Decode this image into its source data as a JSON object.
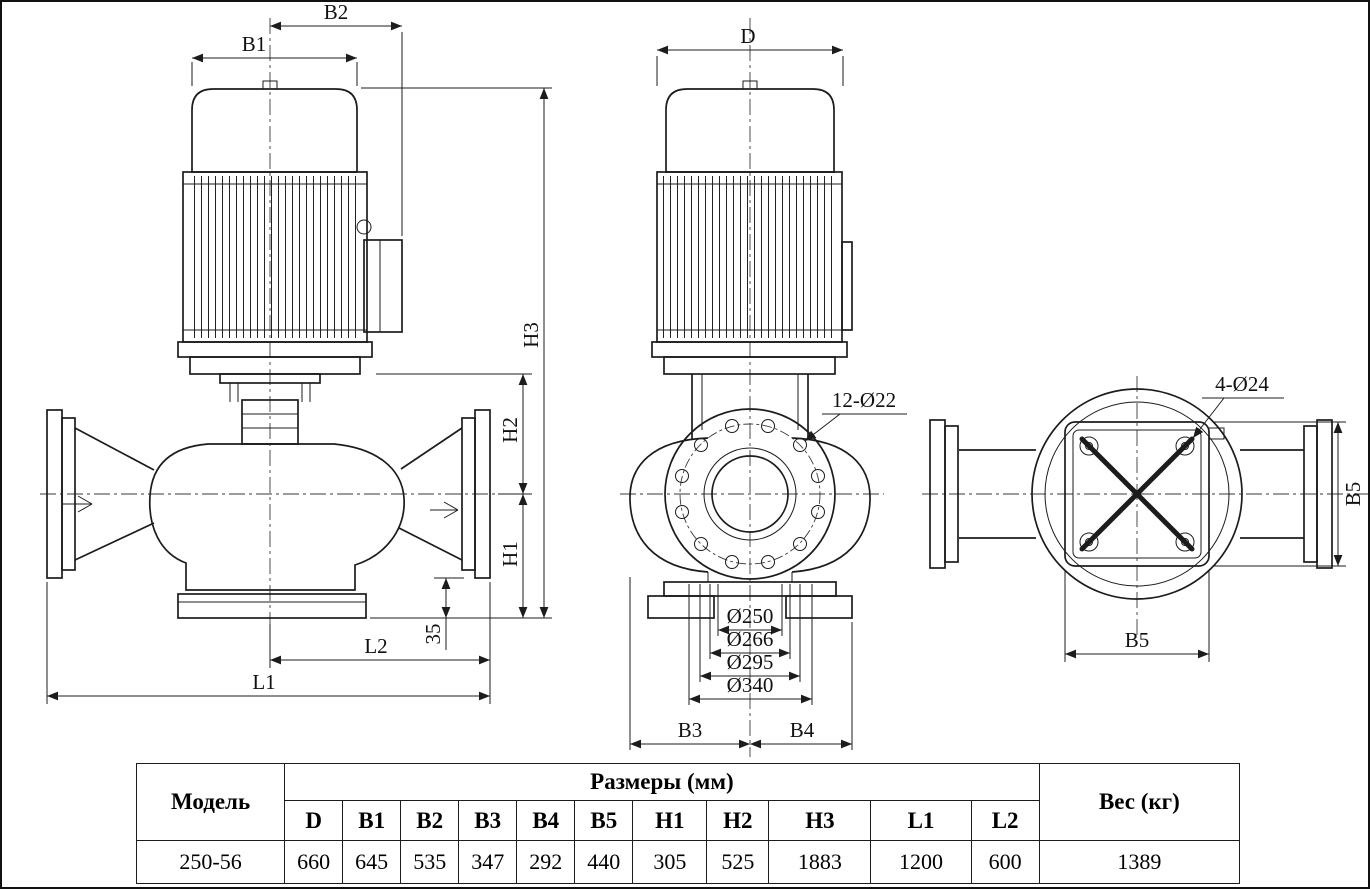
{
  "drawing": {
    "side_view": {
      "b2": "B2",
      "b1": "B1",
      "h3": "H3",
      "h2": "H2",
      "h1": "H1",
      "dim_35": "35",
      "l2": "L2",
      "l1": "L1"
    },
    "front_view": {
      "d": "D",
      "bolt_holes": "12-Ø22",
      "dia_250": "Ø250",
      "dia_266": "Ø266",
      "dia_295": "Ø295",
      "dia_340": "Ø340",
      "b3": "B3",
      "b4": "B4"
    },
    "top_view": {
      "bolt_holes": "4-Ø24",
      "b5_side": "B5",
      "b5_bottom": "B5"
    }
  },
  "table": {
    "model_header": "Модель",
    "dimensions_header": "Размеры (мм)",
    "weight_header": "Вес (кг)",
    "columns": [
      "D",
      "B1",
      "B2",
      "B3",
      "B4",
      "B5",
      "H1",
      "H2",
      "H3",
      "L1",
      "L2"
    ],
    "row": {
      "model": "250-56",
      "values": [
        "660",
        "645",
        "535",
        "347",
        "292",
        "440",
        "305",
        "525",
        "1883",
        "1200",
        "600"
      ],
      "weight": "1389"
    }
  }
}
